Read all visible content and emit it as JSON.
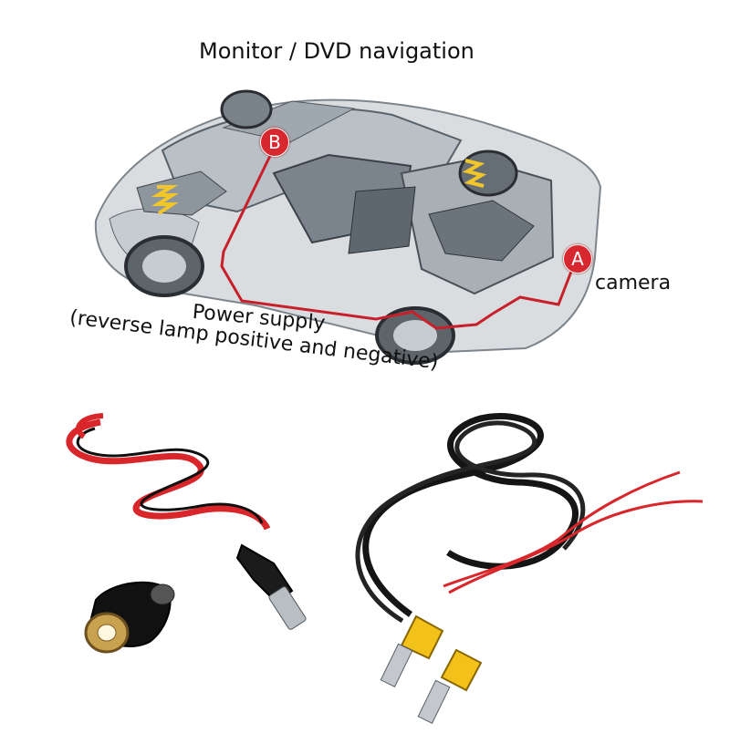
{
  "labels": {
    "title": "Monitor / DVD navigation",
    "camera": "camera",
    "power_supply": "Power supply",
    "reverse_lamp": "(reverse lamp positive and negative)"
  },
  "markers": {
    "a": "A",
    "b": "B"
  },
  "colors": {
    "marker": "#d8282f",
    "wire_route": "#c8202a",
    "cable_black": "#151515",
    "cable_red": "#d8262b",
    "rca_yellow": "#f2c21b"
  }
}
